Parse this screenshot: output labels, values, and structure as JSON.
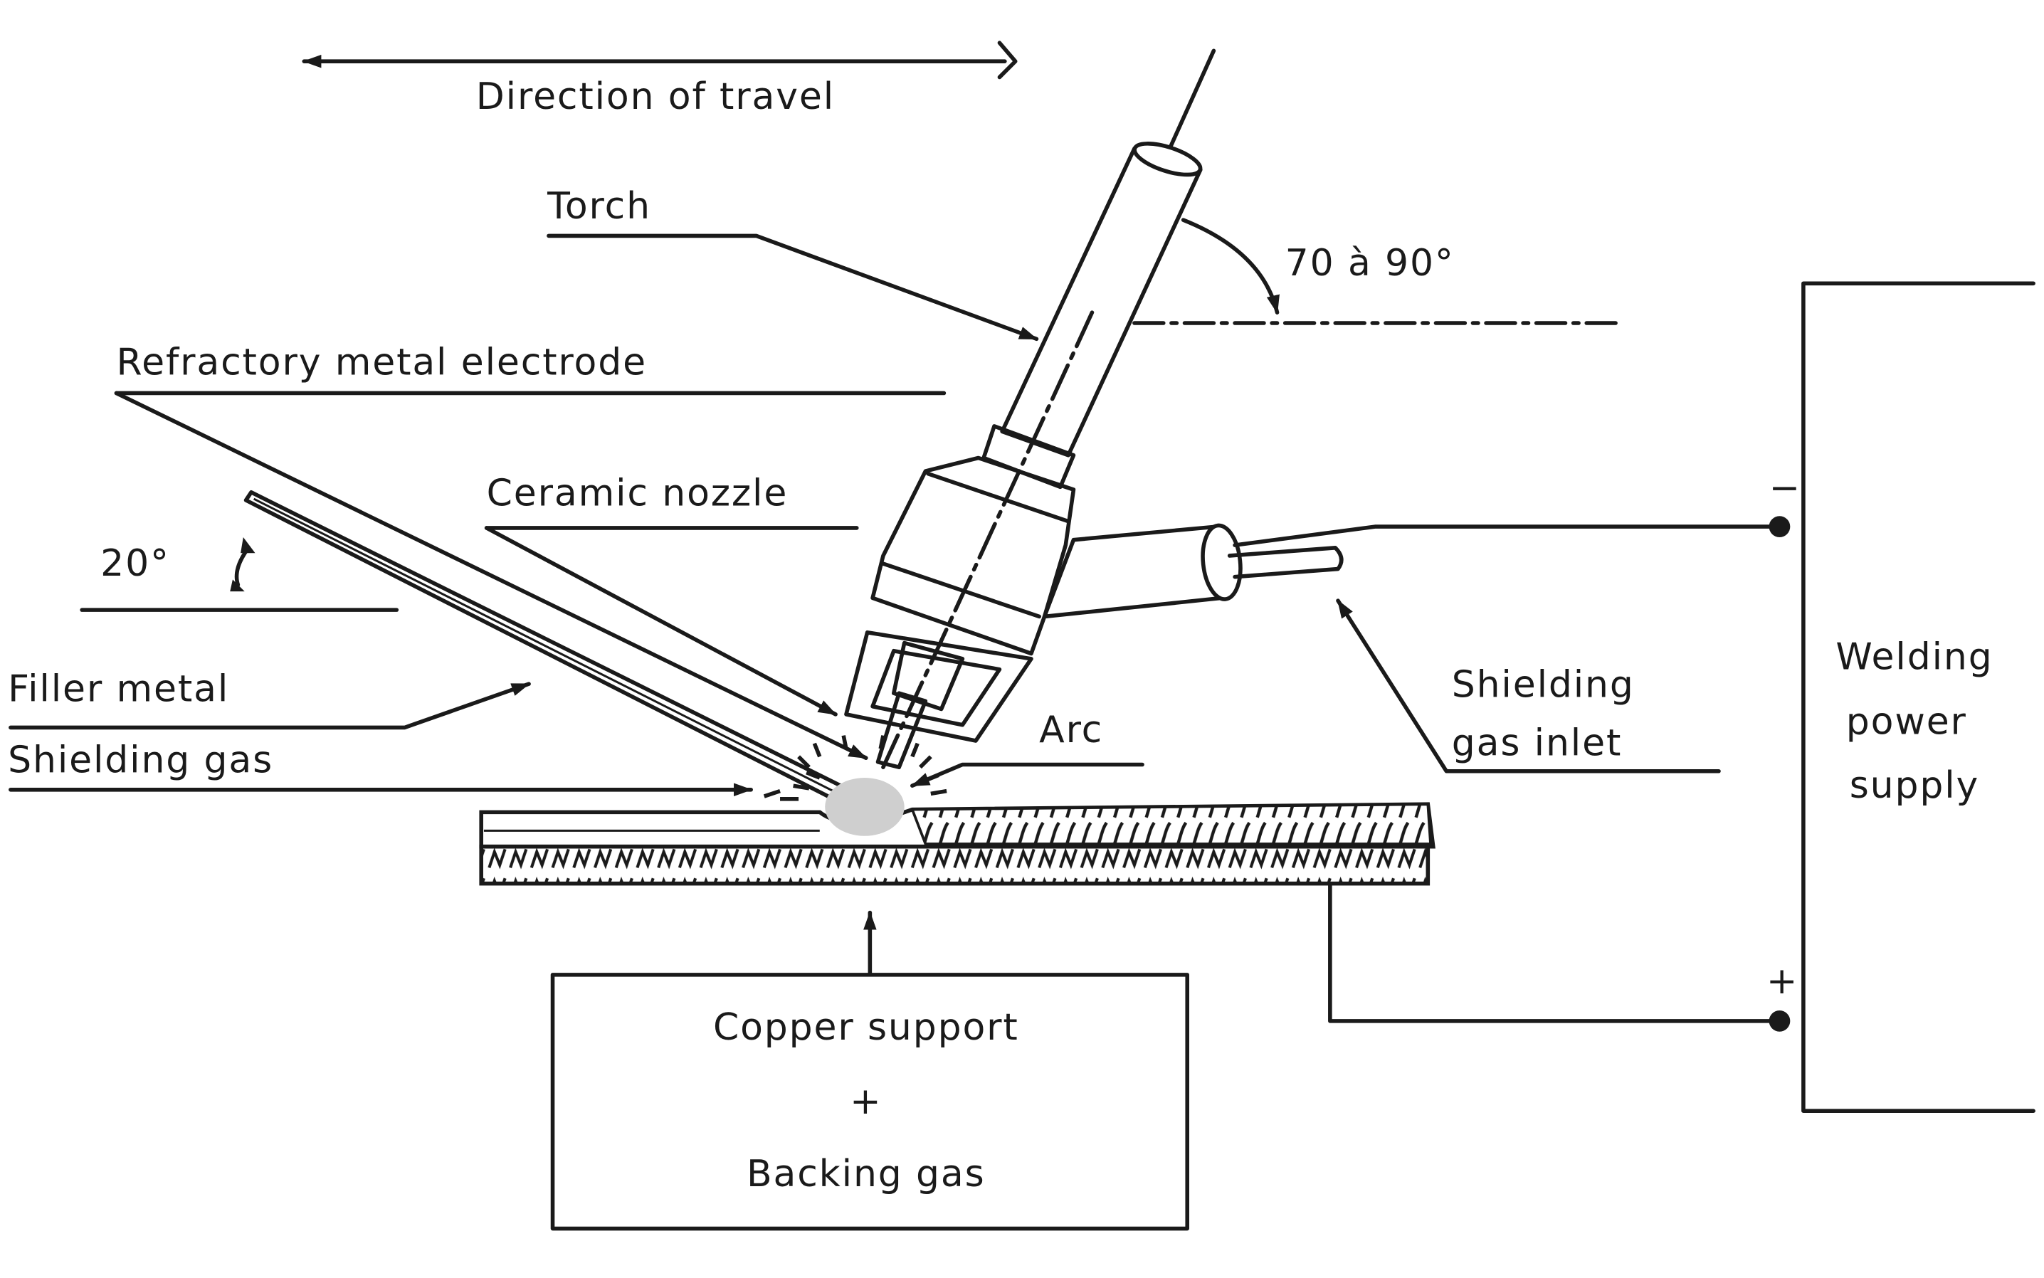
{
  "labels": {
    "direction": "Direction of travel",
    "torch": "Torch",
    "angle_torch": "70 à 90°",
    "electrode": "Refractory metal electrode",
    "nozzle": "Ceramic nozzle",
    "angle_filler": "20°",
    "filler": "Filler metal",
    "shielding": "Shielding gas",
    "arc": "Arc",
    "gas_inlet_1": "Shielding",
    "gas_inlet_2": "gas inlet",
    "copper_1": "Copper support",
    "copper_plus": "+",
    "copper_2": "Backing gas",
    "power_1": "Welding",
    "power_2": "power",
    "power_3": "supply",
    "minus": "−",
    "plus": "+"
  },
  "colors": {
    "ink": "#1a1a1a",
    "background": "#ffffff",
    "pool": "#cfcfcf"
  }
}
